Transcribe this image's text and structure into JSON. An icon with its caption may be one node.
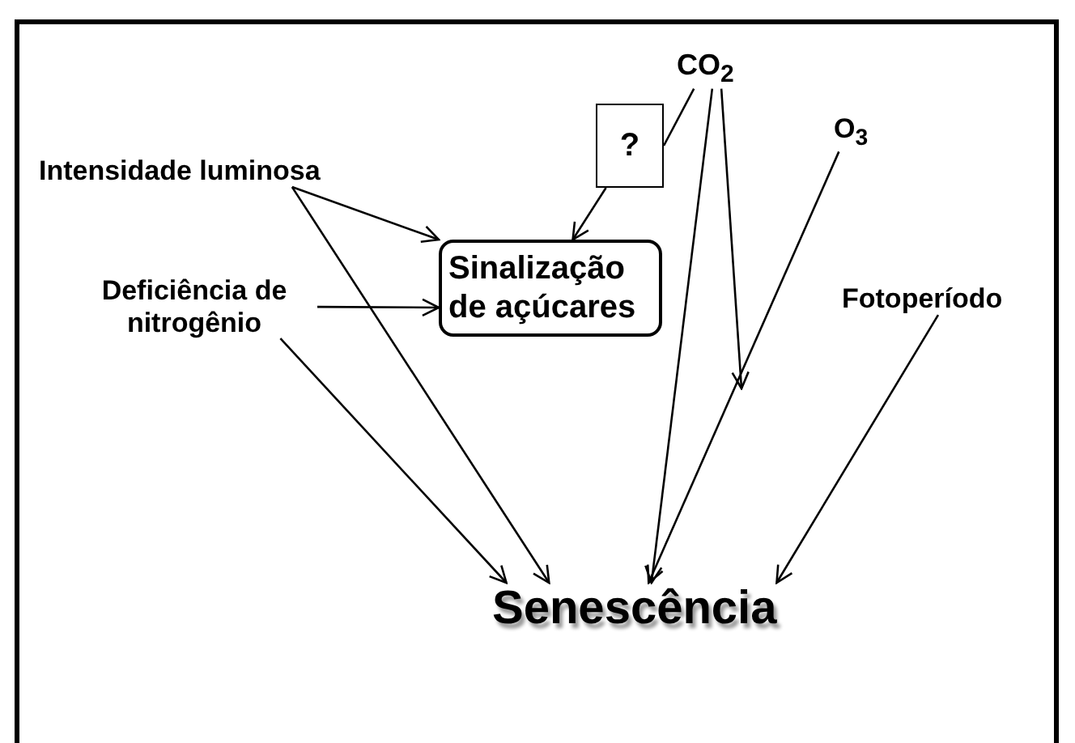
{
  "diagram": {
    "nodes": [
      {
        "text": [
          "Intensidade luminosa"
        ]
      },
      {
        "text": [
          "?"
        ]
      },
      {
        "text": [
          "CO$_{2}$"
        ]
      },
      {
        "text": [
          "Sinalização de açúcares"
        ]
      },
      {
        "text": [
          "O$_{3}$"
        ]
      },
      {
        "text": [
          "Deficiência de nitrogênio"
        ]
      },
      {
        "text": [
          "Fotoperíodo"
        ]
      },
      {
        "text": [
          "Senescência"
        ]
      }
    ],
    "edges": [
      {
        "from": 0,
        "to": 3,
        "arrow": "to"
      },
      {
        "from": 0,
        "to": 7,
        "arrow": "to"
      },
      {
        "from": 2,
        "to": 1,
        "arrow": "none"
      },
      {
        "from": 1,
        "to": 3,
        "arrow": "to"
      },
      {
        "from": 2,
        "to": 7,
        "arrow": "to"
      },
      {
        "from": 2,
        "to": null,
        "arrow": "to"
      },
      {
        "from": 4,
        "to": 7,
        "arrow": "to"
      },
      {
        "from": 5,
        "to": 3,
        "arrow": "to"
      },
      {
        "from": 5,
        "to": 7,
        "arrow": "to"
      },
      {
        "from": 6,
        "to": 7,
        "arrow": "to"
      }
    ]
  }
}
